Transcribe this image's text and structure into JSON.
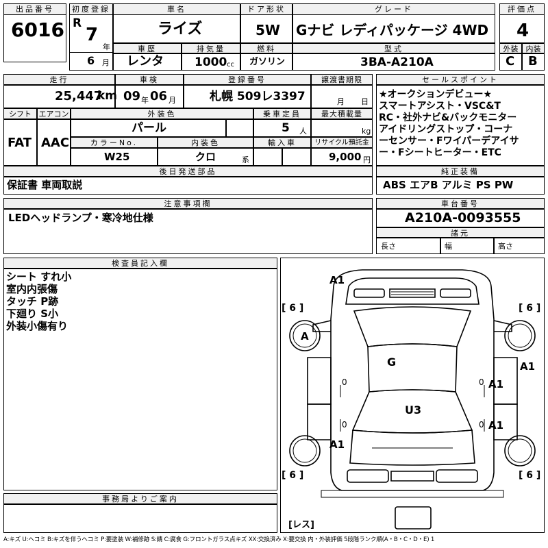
{
  "header": {
    "lot_label": "出品番号",
    "lot_no": "6016",
    "first_reg_label": "初度登録",
    "era": "R",
    "year_no": "7",
    "year_unit": "年",
    "month_no": "6",
    "month_unit": "月",
    "car_name_label": "車名",
    "car_name": "ライズ",
    "door_label": "ドア形状",
    "door": "5W",
    "grade_label": "グレード",
    "grade": "Gナビ レディパッケージ 4WD",
    "score_label": "評価点",
    "score": "4",
    "history_label": "車歴",
    "history": "レンタ",
    "displacement_label": "排気量",
    "displacement": "1000",
    "displacement_unit": "cc",
    "fuel_label": "燃料",
    "fuel": "ガソリン",
    "model_label": "型式",
    "model": "3BA-A210A",
    "exterior_label": "外装",
    "exterior_grade": "C",
    "interior_label": "内装",
    "interior_grade": "B"
  },
  "specs": {
    "mileage_label": "走行",
    "mileage": "25,447",
    "mileage_unit": "km",
    "inspection_label": "車検",
    "insp_year": "09",
    "insp_year_unit": "年",
    "insp_month": "06",
    "insp_month_unit": "月",
    "reg_label": "登録番号",
    "reg": "札幌 509レ3397",
    "transfer_label": "譲渡書期限",
    "transfer_month_unit": "月",
    "transfer_day_unit": "日",
    "shift_label": "シフト",
    "shift": "FAT",
    "ac_label": "エアコン",
    "ac": "AAC",
    "color_label": "外装色",
    "color": "パール",
    "capacity_label": "乗車定員",
    "capacity": "5",
    "capacity_unit": "人",
    "load_label": "最大積載量",
    "load_unit": "kg",
    "color_no_label": "カラーNo.",
    "color_no": "W25",
    "int_color_label": "内装色",
    "int_color": "クロ",
    "int_color_suffix": "系",
    "import_label": "輸入車",
    "recycle_label": "リサイクル預託金",
    "recycle": "9,000",
    "recycle_unit": "円"
  },
  "sales": {
    "label": "セールスポイント",
    "lines": [
      "★オークションデビュー★",
      "スマートアシスト・VSC&T",
      "RC・社外ナビ&バックモニター",
      "アイドリングストップ・コーナ",
      "ーセンサー・Fワイパーデアイサ",
      "ー・Fシートヒーター・ETC"
    ]
  },
  "later_parts": {
    "label": "後日発送部品",
    "value": "保証書 車両取説"
  },
  "equipment": {
    "label": "純正装備",
    "value": "ABS エアB アルミ PS PW"
  },
  "caution": {
    "label": "注意事項欄",
    "value": "LEDヘッドランプ・寒冷地仕様"
  },
  "chassis": {
    "label": "車台番号",
    "value": "A210A-0093555"
  },
  "dims": {
    "label": "諸元",
    "length": "長さ",
    "width": "幅",
    "height": "高さ"
  },
  "inspector": {
    "label": "検査員記入欄",
    "lines": [
      "シート すれ小",
      "室内内張傷",
      "タッチ P跡",
      "下廻り S小",
      "外装小傷有り"
    ]
  },
  "office": {
    "label": "事務局よりご案内"
  },
  "diagram": {
    "a1_top": "A1",
    "g": "G",
    "u3": "U3",
    "a_wheel": "A",
    "a1_right_top": "A1",
    "a1_right_mid": "A1",
    "a1_right_low": "A1",
    "a1_left_low": "A1",
    "tire_tl": "[ 6 ]",
    "tire_tr": "[ 6 ]",
    "tire_bl": "[ 6 ]",
    "tire_br": "[ 6 ]",
    "spare": "[レス]",
    "zero_l1": "0",
    "zero_l2": "0",
    "zero_r1": "0",
    "zero_r2": "0"
  },
  "legend": "A:キズ U:ヘコミ B:キズを伴うヘコミ P:要塗装 W:補修跡 S:錆 C:腐食 G:フロントガラス点キズ XX:交換済み X:要交換 内・外装評価 5段階ランク順(A・B・C・D・E) 1"
}
